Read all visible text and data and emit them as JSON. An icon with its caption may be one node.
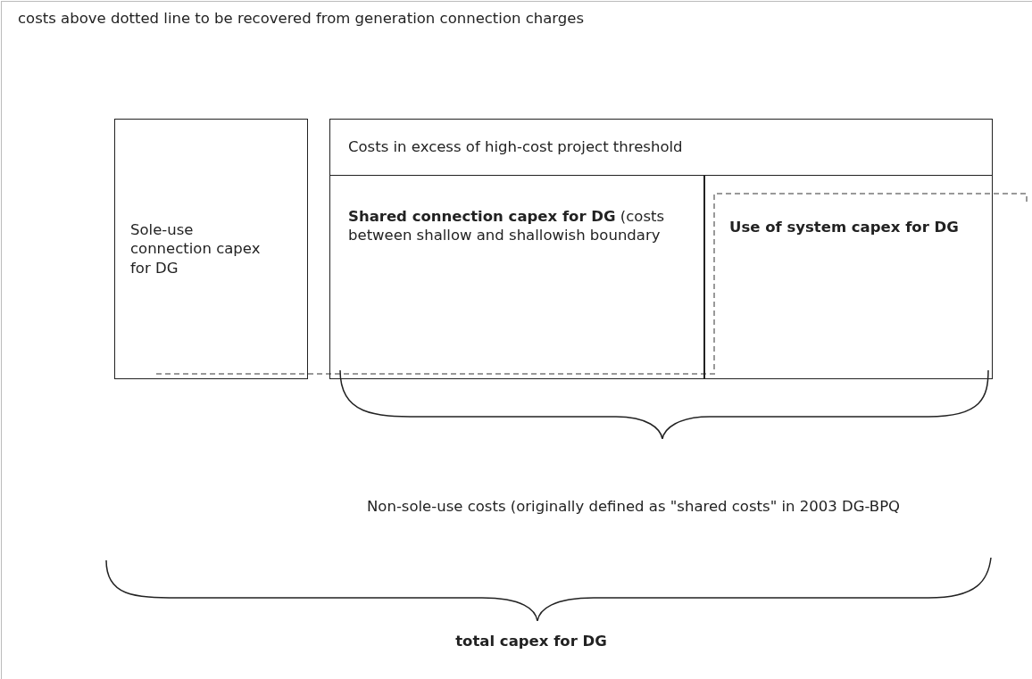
{
  "diagram": {
    "nodes": [
      {
        "text": [
          "Sole-use connection capex for DG"
        ]
      },
      {
        "text": [
          "Costs in excess of high-cost project threshold"
        ]
      },
      {
        "text": [
          "**Shared connection capex for DG** (costs between shallow and shallowish boundary"
        ]
      },
      {
        "text": [
          "Use of system capex for DG"
        ]
      }
    ],
    "edges": [],
    "labels": [
      "costs above dotted line to be recovered from generation connection charges",
      "Non-sole-use costs (originally defined as \"shared costs\" in 2003 DG-BPQ",
      "total capex for DG"
    ]
  }
}
